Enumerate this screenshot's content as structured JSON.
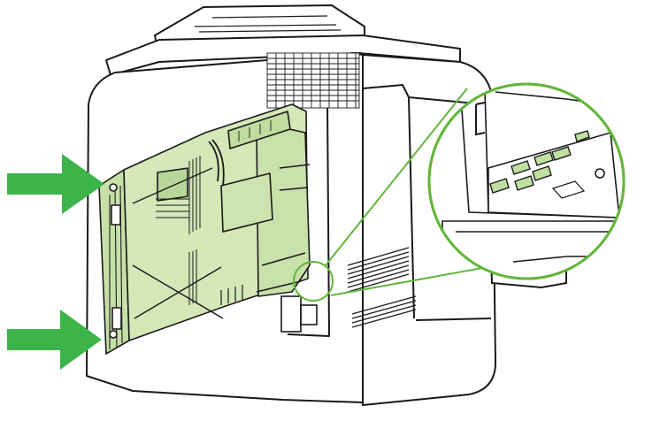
{
  "figure": {
    "subject": "printer-formatter-board-removal",
    "colors": {
      "background": "#ffffff",
      "outline": "#1a1a1a",
      "board_fill": "#d4e8b8",
      "board_fill_dark": "#b9d69a",
      "chip_fill": "#bfe0a0",
      "arrow_green": "#3cb44a",
      "callout_green": "#63b63b"
    },
    "icons": {
      "arrow_upper": "arrow-right-icon",
      "arrow_lower": "arrow-right-icon",
      "callout": "magnifier-callout"
    },
    "counts": {
      "memory_slots_in_callout": 7
    }
  }
}
